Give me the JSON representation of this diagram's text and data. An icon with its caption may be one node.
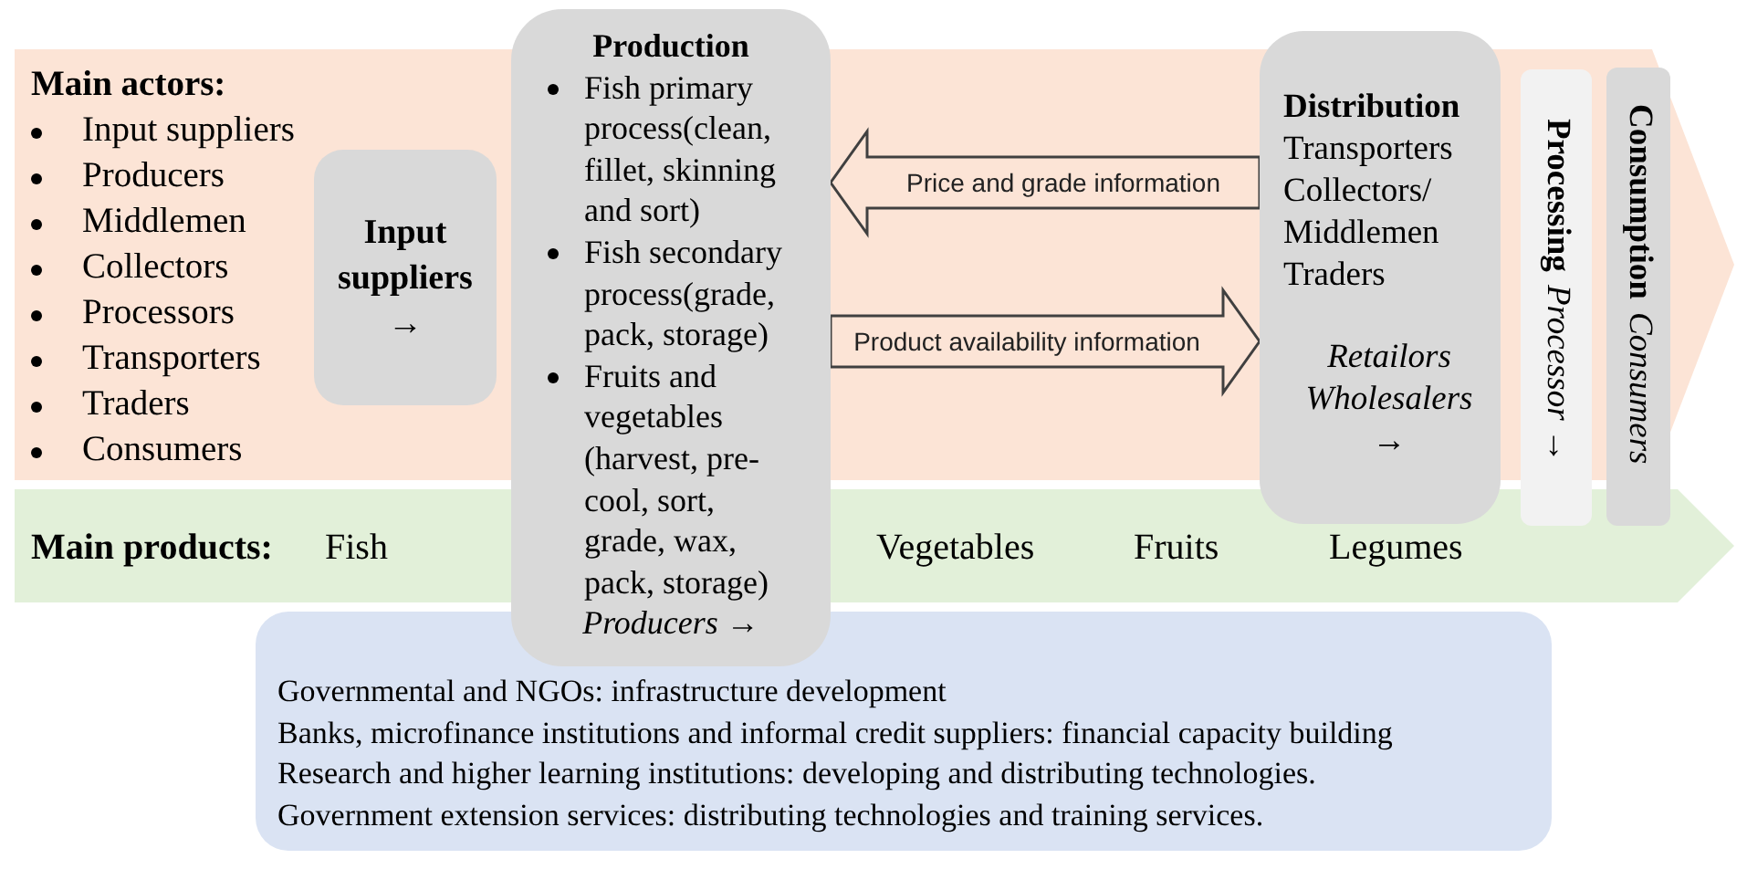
{
  "diagram": {
    "nodes": [
      {
        "text": [
          "Main actors:",
          "Input suppliers",
          "Producers",
          "Middlemen",
          "Collectors",
          "Processors",
          "Transporters",
          "Traders",
          "Consumers"
        ]
      },
      {
        "text": [
          "Input suppliers →"
        ],
        "in": 0
      },
      {
        "text": [
          "Production",
          "Fish primary process(clean, fillet, skinning and sort)",
          "Fish secondary process(grade, pack, storage)",
          "Fruits and vegetables (harvest, pre-cool, sort, grade, wax, pack, storage)",
          "Producers →"
        ]
      },
      {
        "text": [
          "Distribution",
          "Transporters",
          "Collectors/ Middlemen",
          "Traders",
          "Retailors Wholesalers →"
        ]
      },
      {
        "text": [
          "Processing",
          "Processor →"
        ]
      },
      {
        "text": [
          "Consumption",
          "Consumers"
        ]
      },
      {
        "text": [
          "Main products:",
          "Fish",
          "Vegetables",
          "Fruits",
          "Legumes"
        ]
      },
      {
        "text": [
          "Governmental and NGOs: infrastructure development",
          "Banks, microfinance institutions and informal credit suppliers: financial capacity building",
          "Research and higher learning institutions: developing and distributing technologies.",
          "Government extension services: distributing technologies and training services."
        ]
      }
    ],
    "edges": [
      {
        "from": 3,
        "to": 2,
        "arrow": "to",
        "label": "Price and grade information"
      },
      {
        "from": 2,
        "to": 3,
        "arrow": "to",
        "label": "Product availability information"
      }
    ]
  }
}
